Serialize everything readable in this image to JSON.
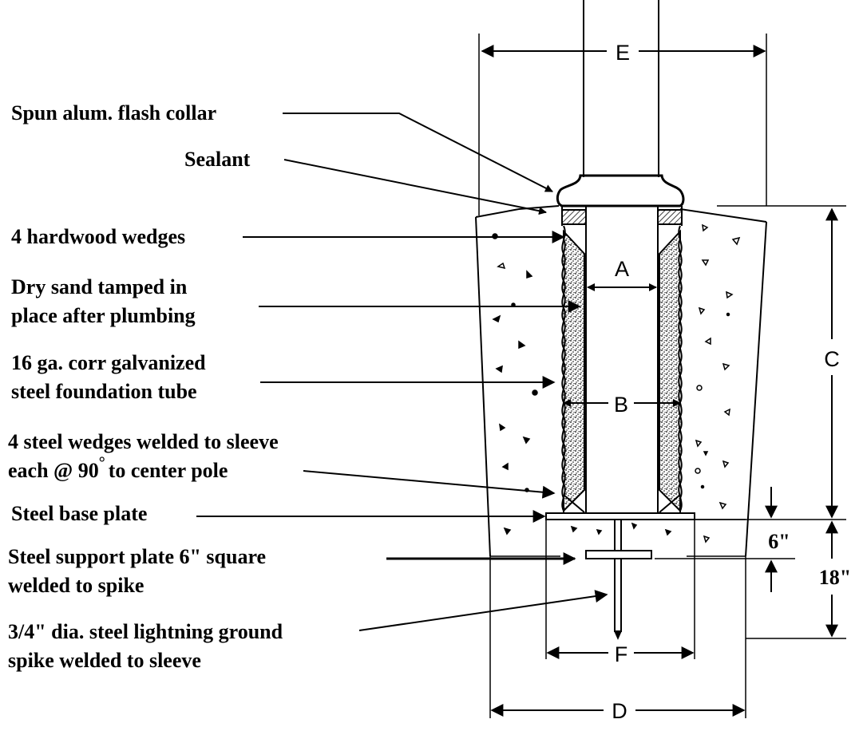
{
  "labels": {
    "flash_collar": "Spun alum. flash collar",
    "sealant": "Sealant",
    "hardwood_wedges": "4 hardwood wedges",
    "dry_sand_line1": "Dry sand tamped in",
    "dry_sand_line2": "place after plumbing",
    "tube_line1": "16 ga. corr galvanized",
    "tube_line2": "steel foundation tube",
    "steel_wedges_line1": "4 steel wedges welded to sleeve",
    "steel_wedges_line2_a": "each @ 90",
    "steel_wedges_line2_deg": "°",
    "steel_wedges_line2_b": "to center pole",
    "base_plate": "Steel base plate",
    "support_plate_line1": "Steel support plate 6\" square",
    "support_plate_line2": "welded to spike",
    "ground_spike_line1": "3/4\" dia. steel lightning ground",
    "ground_spike_line2": "spike welded to sleeve"
  },
  "dimensions": {
    "A": "A",
    "B": "B",
    "C": "C",
    "D": "D",
    "E": "E",
    "F": "F",
    "six_inch": "6\"",
    "eighteen_inch": "18\""
  }
}
